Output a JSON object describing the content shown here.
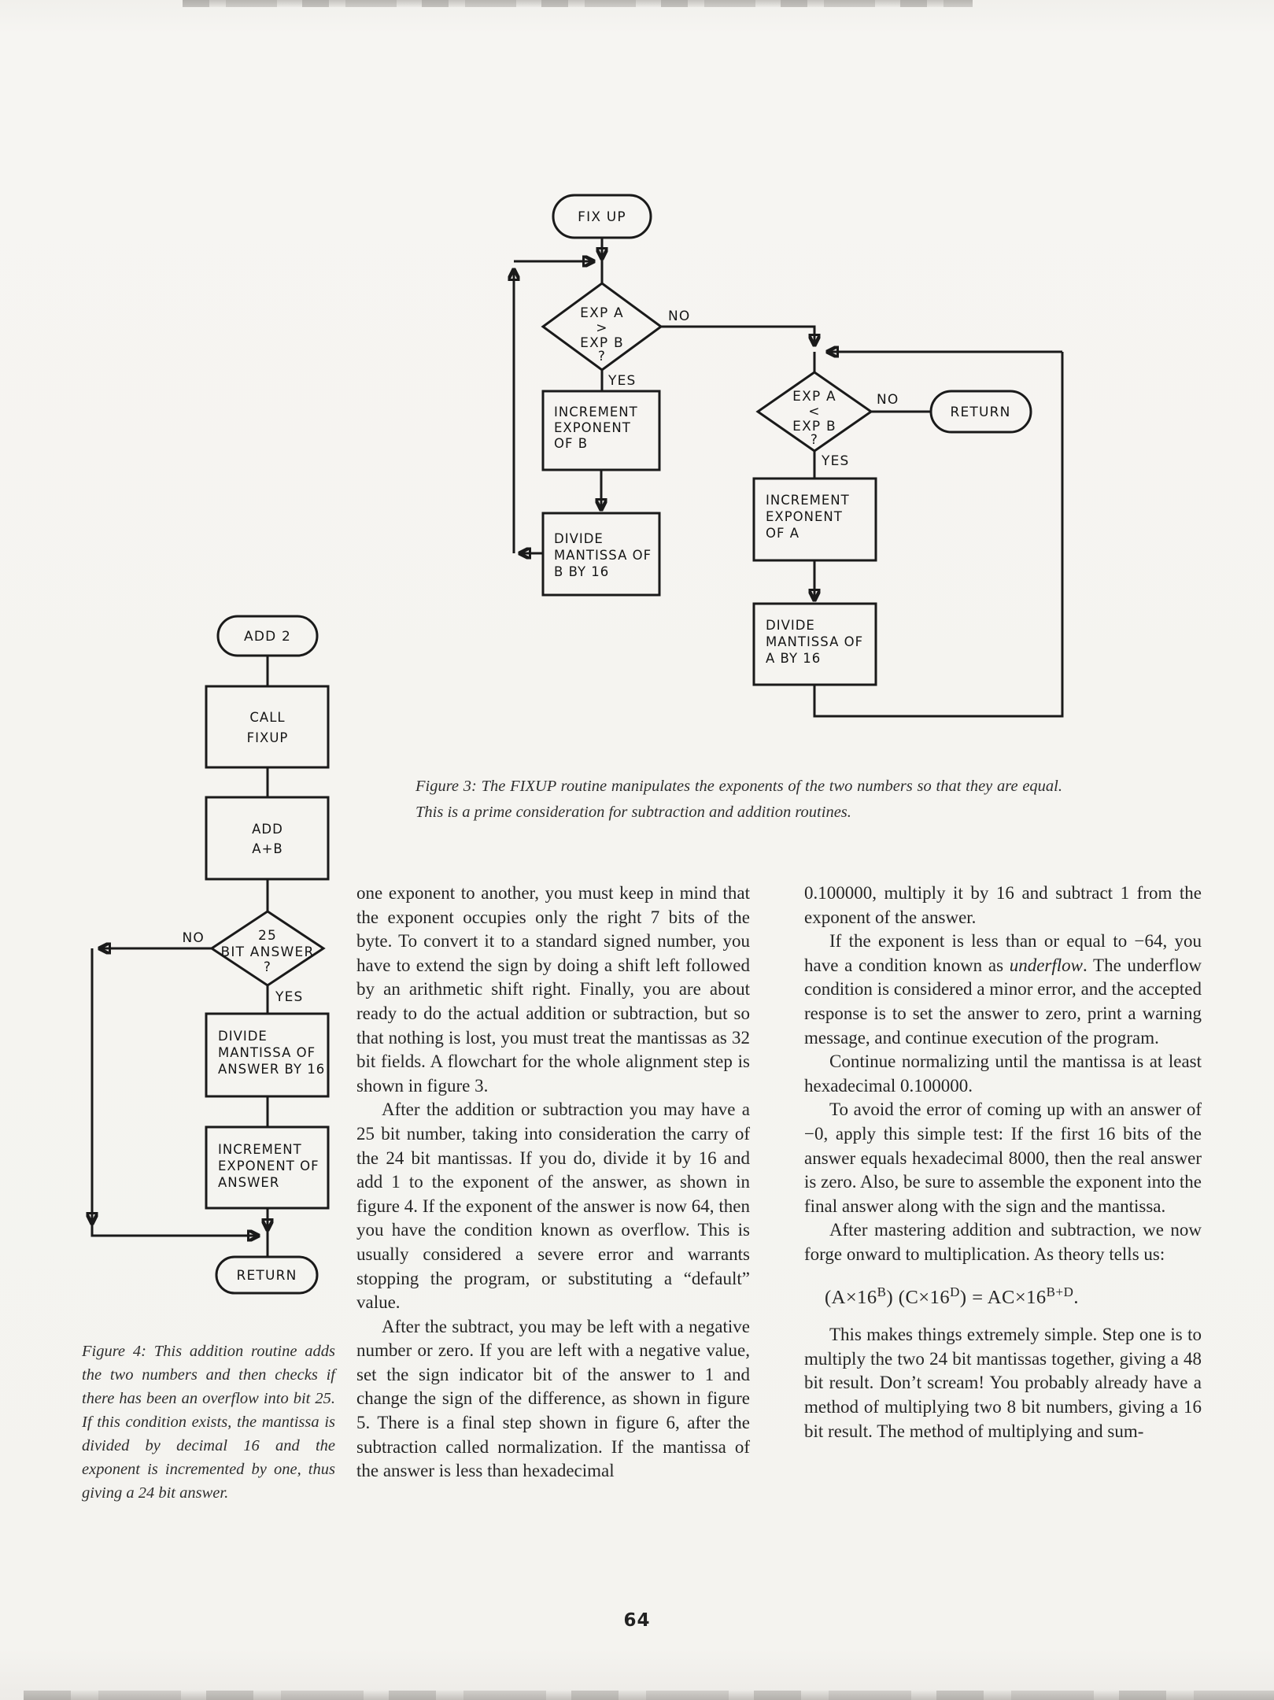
{
  "page": {
    "number": "64",
    "paper_color": "#f5f4f0",
    "ink_color": "#1a1a1a"
  },
  "fig3": {
    "start": "FIX UP",
    "d1": {
      "l1": "EXP A",
      "l2": ">",
      "l3": "EXP B",
      "l4": "?"
    },
    "d1_no": "NO",
    "d1_yes": "YES",
    "inc_b": {
      "l1": "INCREMENT",
      "l2": "EXPONENT",
      "l3": "OF B"
    },
    "div_b": {
      "l1": "DIVIDE",
      "l2": "MANTISSA OF",
      "l3": "B BY 16"
    },
    "d2": {
      "l1": "EXP A",
      "l2": "<",
      "l3": "EXP B",
      "l4": "?"
    },
    "d2_no": "NO",
    "d2_yes": "YES",
    "ret": "RETURN",
    "inc_a": {
      "l1": "INCREMENT",
      "l2": "EXPONENT",
      "l3": "OF A"
    },
    "div_a": {
      "l1": "DIVIDE",
      "l2": "MANTISSA OF",
      "l3": "A BY 16"
    }
  },
  "fig4": {
    "start": "ADD 2",
    "call": {
      "l1": "CALL",
      "l2": "FIXUP"
    },
    "add": {
      "l1": "ADD",
      "l2": "A+B"
    },
    "d": {
      "l1": "25",
      "l2": "BIT ANSWER",
      "l3": "?"
    },
    "d_no": "NO",
    "d_yes": "YES",
    "div": {
      "l1": "DIVIDE",
      "l2": "MANTISSA OF",
      "l3": "ANSWER BY 16"
    },
    "inc": {
      "l1": "INCREMENT",
      "l2": "EXPONENT OF",
      "l3": "ANSWER"
    },
    "ret": "RETURN"
  },
  "captions": {
    "figure3": "Figure 3: The FIXUP routine manipulates the exponents of the two numbers so that they are equal. This is a prime consideration for subtraction and addition routines.",
    "figure4": "Figure 4: This addition routine adds the two numbers and then checks if there has been an overflow into bit 25. If this condition exists, the mantissa is divided by decimal 16 and the exponent is incremented by one, thus giving a 24 bit answer."
  },
  "col1": {
    "p1": "one exponent to another, you must keep in mind that the exponent occupies only the right 7 bits of the byte. To convert it to a standard signed number, you have to extend the sign by doing a shift left followed by an arithmetic shift right. Finally, you are about ready to do the actual addition or subtraction, but so that nothing is lost, you must treat the mantissas as 32 bit fields. A flowchart for the whole alignment step is shown in figure 3.",
    "p2": "After the addition or subtraction you may have a 25 bit number, taking into consideration the carry of the 24 bit mantissas. If you do, divide it by 16 and add 1 to the exponent of the answer, as shown in figure 4. If the exponent of the answer is now 64, then you have the condition known as overflow. This is usually considered a severe error and warrants stopping the program, or substituting a “default” value.",
    "p3": "After the subtract, you may be left with a negative number or zero. If you are left with a negative value, set the sign indicator bit of the answer to 1 and change the sign of the difference, as shown in figure 5. There is a final step shown in figure 6, after the subtraction called normalization. If the mantissa of the answer is less than hexadecimal"
  },
  "col2": {
    "p1": "0.100000, multiply it by 16 and subtract 1 from the exponent of the answer.",
    "p2a": "If the exponent is less than or equal to −64, you have a condition known as ",
    "p2em": "underflow",
    "p2b": ". The underflow condition is considered a minor error, and the accepted response is to set the answer to zero, print a warning message, and continue execution of the program.",
    "p3": "Continue normalizing until the mantissa is at least hexadecimal 0.100000.",
    "p4": "To avoid the error of coming up with an answer of −0, apply this simple test: If the first 16 bits of the answer equals hexadecimal 8000, then the real answer is zero. Also, be sure to assemble the exponent into the final answer along with the sign and the mantissa.",
    "p5": "After mastering addition and subtraction, we now forge onward to multiplication. As theory tells us:",
    "formula": {
      "p1": "(A×16",
      "s1": "B",
      "p2": ") (C×16",
      "s2": "D",
      "p3": ") = AC×16",
      "s3": "B+D",
      "p4": "."
    },
    "p6": "This makes things extremely simple. Step one is to multiply the two 24 bit mantissas together, giving a 48 bit result. Don’t scream! You probably already have a method of multiplying two 8 bit numbers, giving a 16 bit result. The method of multiplying and sum-"
  }
}
